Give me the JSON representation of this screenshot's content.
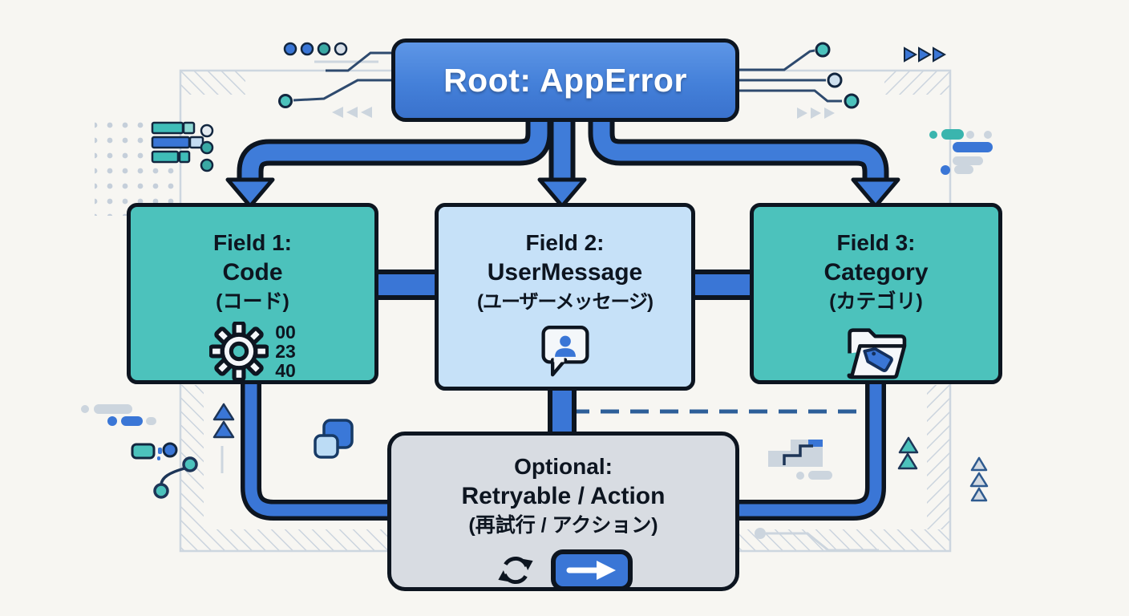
{
  "diagram": {
    "root": {
      "label": "Root: AppError",
      "icon": "root-node"
    },
    "fields": [
      {
        "title": "Field 1:",
        "name": "Code",
        "jp": "(コード)",
        "icon": "gear-icon",
        "code_lines": [
          "00",
          "23",
          "40"
        ]
      },
      {
        "title": "Field 2:",
        "name": "UserMessage",
        "jp": "(ユーザーメッセージ)",
        "icon": "user-message-bubble-icon"
      },
      {
        "title": "Field 3:",
        "name": "Category",
        "jp": "(カテゴリ)",
        "icon": "folder-tag-icon"
      }
    ],
    "optional": {
      "title": "Optional:",
      "name": "Retryable / Action",
      "jp": "(再試行 / アクション)",
      "icons": [
        "refresh-icon",
        "action-arrow-button-icon"
      ]
    }
  },
  "palette": {
    "root_blue": "#4480d9",
    "teal_box": "#4cc2bc",
    "light_blue_box": "#c6e1f8",
    "gray_box": "#d8dce2",
    "connector_blue": "#3a76d6",
    "outline_black": "#0d1520",
    "frame_gray": "#cdd6df",
    "navy": "#1d3557",
    "background": "#f7f6f2"
  }
}
